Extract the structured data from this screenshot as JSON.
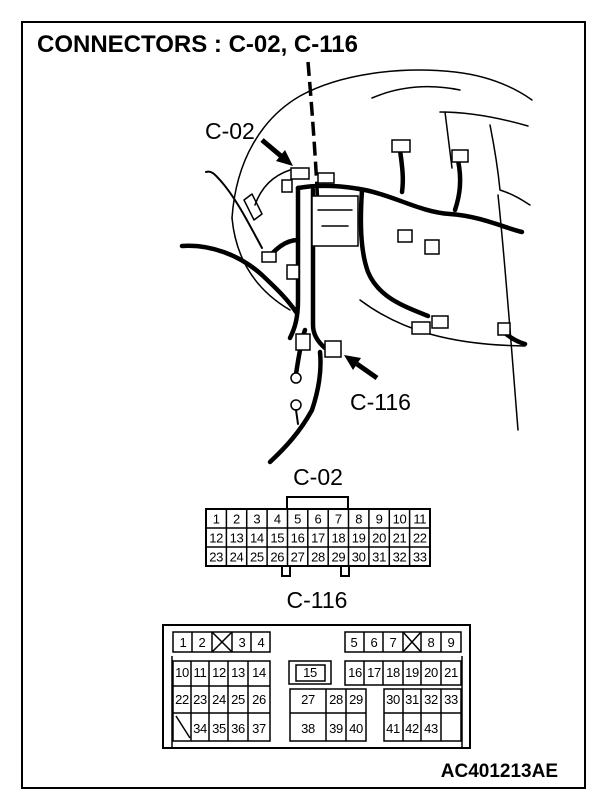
{
  "title": "CONNECTORS : C-02, C-116",
  "callouts": {
    "c02": "C-02",
    "c116": "C-116"
  },
  "c02": {
    "label": "C-02",
    "pins": [
      "1",
      "2",
      "3",
      "4",
      "5",
      "6",
      "7",
      "8",
      "9",
      "10",
      "11",
      "12",
      "13",
      "14",
      "15",
      "16",
      "17",
      "18",
      "19",
      "20",
      "21",
      "22",
      "23",
      "24",
      "25",
      "26",
      "27",
      "28",
      "29",
      "30",
      "31",
      "32",
      "33"
    ]
  },
  "c116": {
    "label": "C-116",
    "pins": [
      "1",
      "2",
      "3",
      "4",
      "5",
      "6",
      "7",
      "8",
      "9",
      "10",
      "11",
      "12",
      "13",
      "14",
      "15",
      "16",
      "17",
      "18",
      "19",
      "20",
      "21",
      "22",
      "23",
      "24",
      "25",
      "26",
      "27",
      "28",
      "29",
      "30",
      "31",
      "32",
      "33",
      "34",
      "35",
      "36",
      "37",
      "38",
      "39",
      "40",
      "41",
      "42",
      "43"
    ]
  },
  "figure_id": "AC401213AE"
}
